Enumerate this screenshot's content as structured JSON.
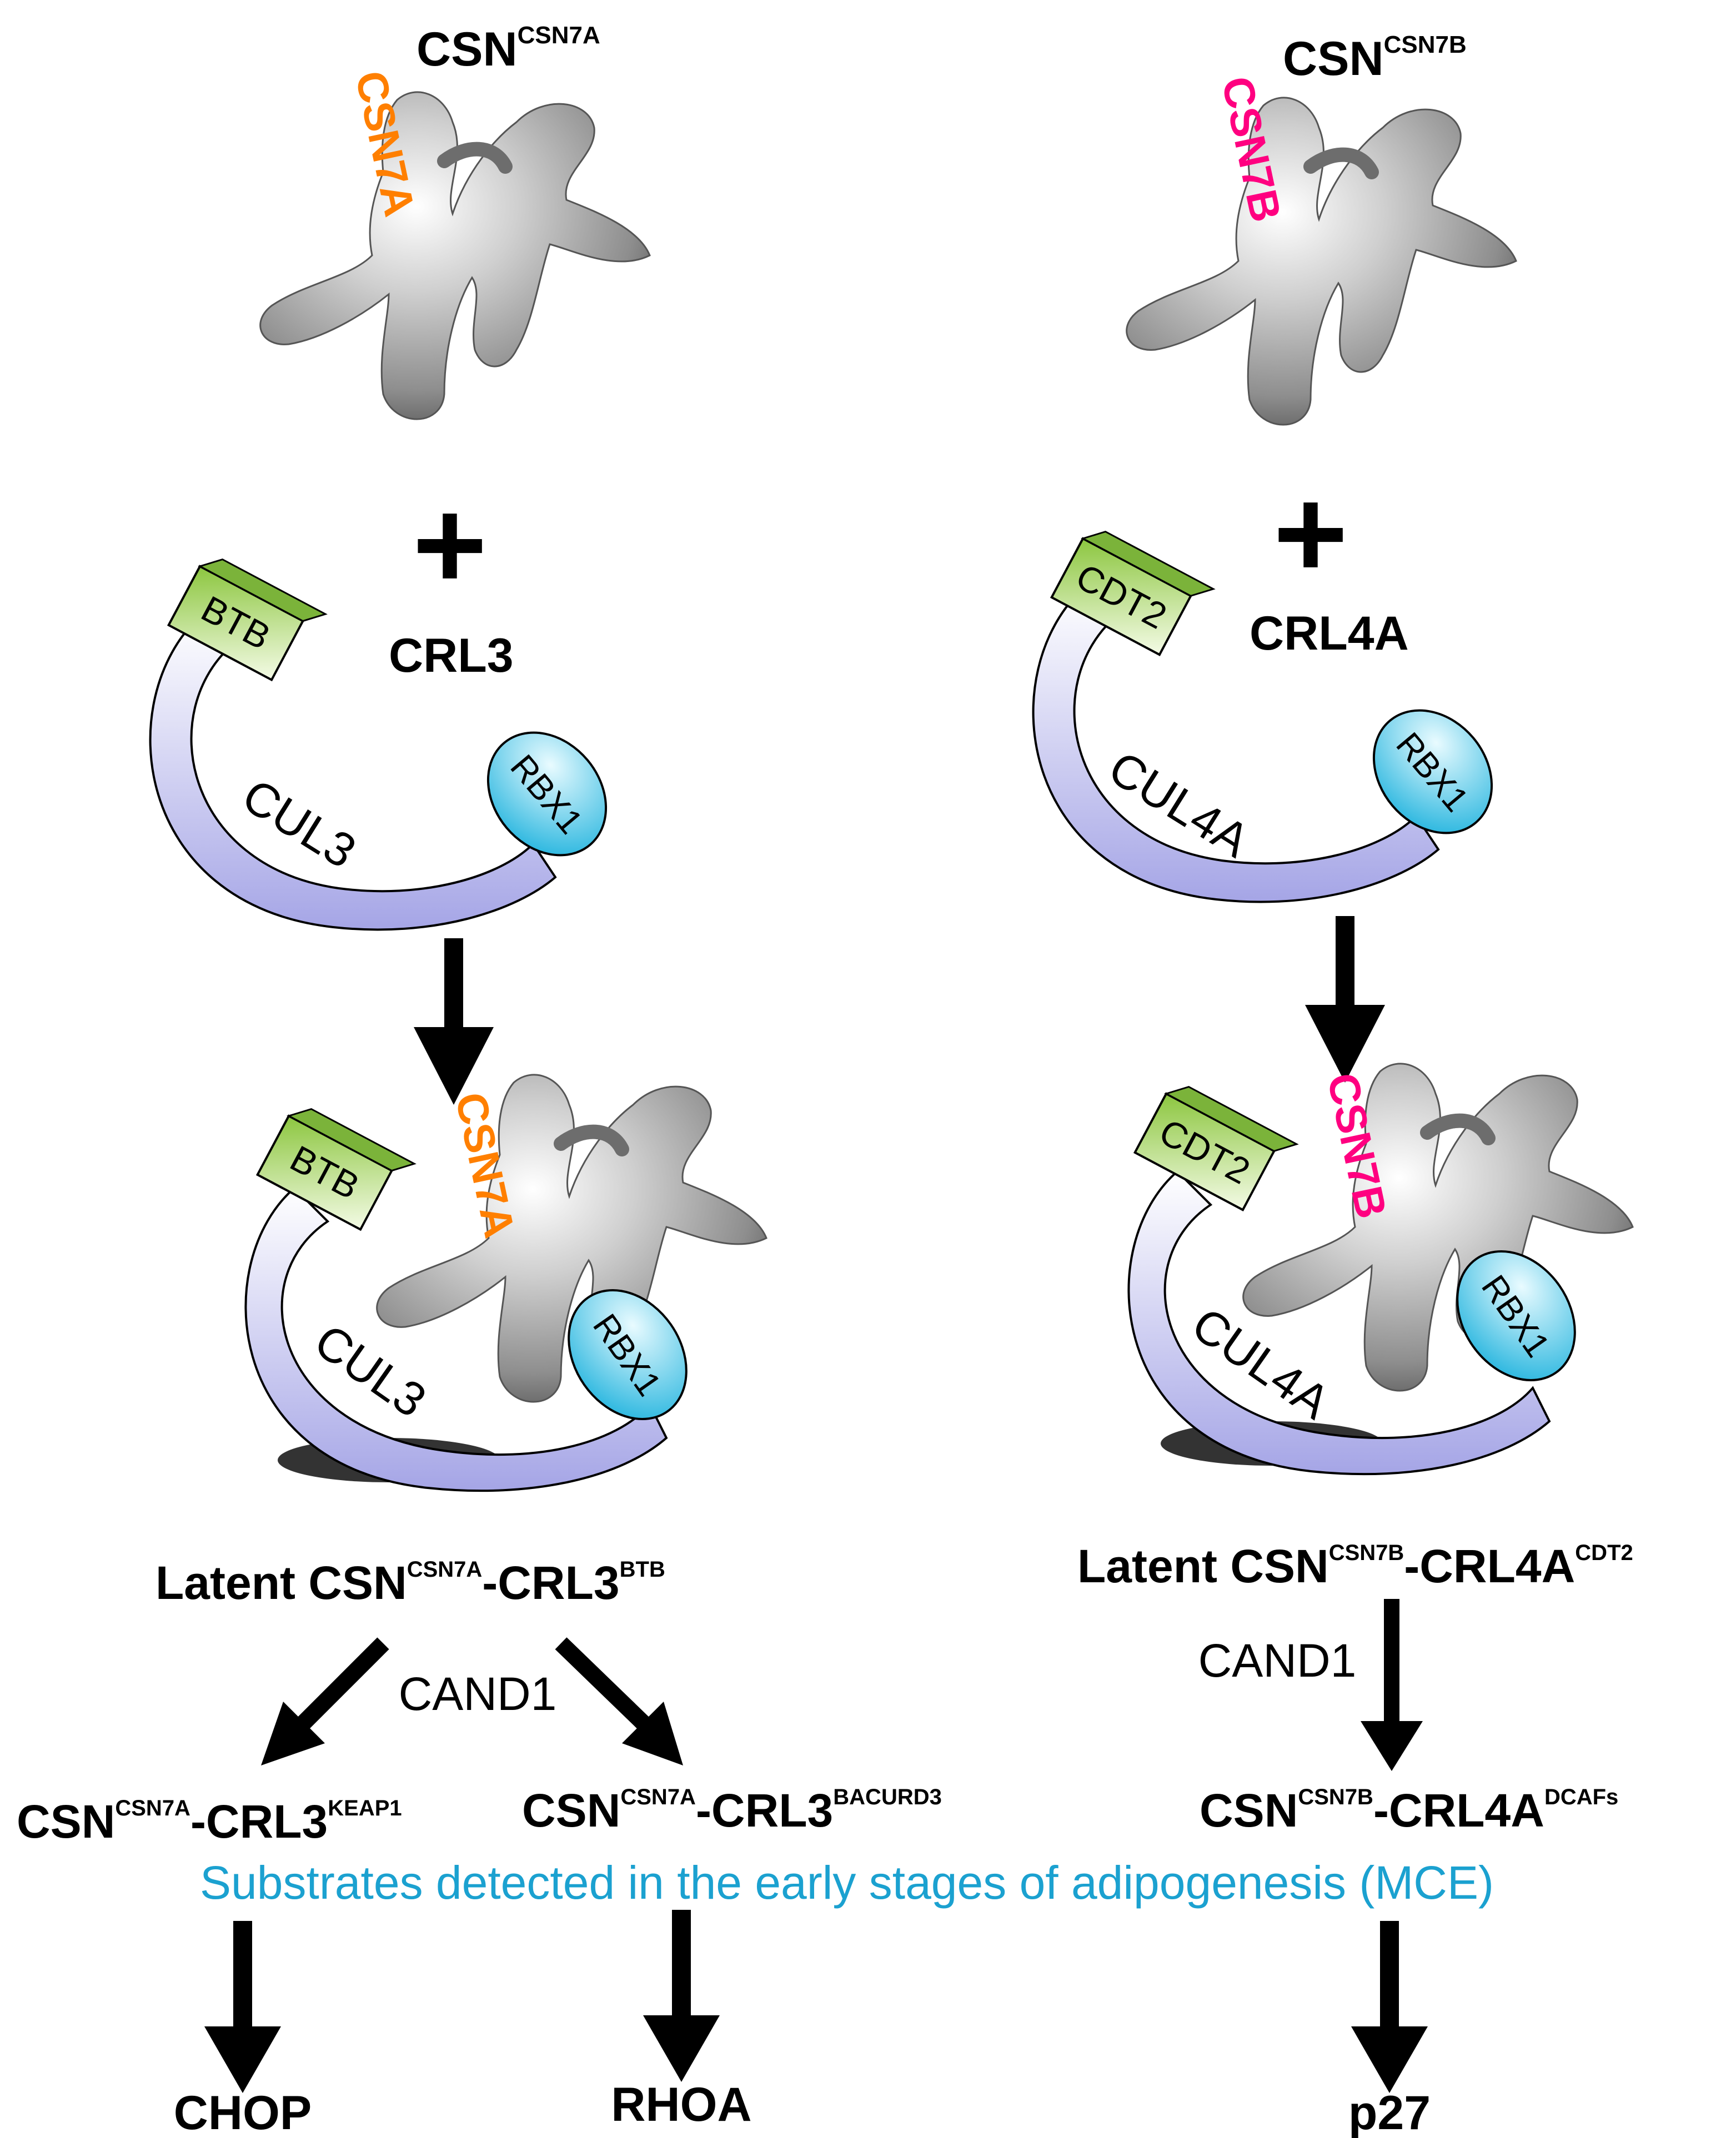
{
  "colors": {
    "csn7a": "#ff7f00",
    "csn7b": "#ff0080",
    "caption": "#1ba1d0",
    "text": "#000000",
    "btb_box": "#a6d94e",
    "cullin_arc": "#b9b9ec",
    "rbx1": "#3cc4e6",
    "csn_body": "#a8a8a8"
  },
  "left": {
    "csn_title": {
      "main": "CSN",
      "sup": "CSN7A"
    },
    "csn_subunit_label": "CSN7A",
    "plus": "+",
    "crl_name": "CRL3",
    "adaptor": "BTB",
    "cullin": "CUL3",
    "ring": "RBX1",
    "complex_adaptor": "BTB",
    "complex_cullin": "CUL3",
    "complex_ring": "RBX1",
    "complex_subunit": "CSN7A",
    "latent": {
      "prefix": "Latent CSN",
      "sup1": "CSN7A",
      "mid": "-CRL3",
      "sup2": "BTB"
    },
    "cand1": "CAND1",
    "product1": {
      "main": "CSN",
      "sup1": "CSN7A",
      "mid": "-CRL3",
      "sup2": "KEAP1"
    },
    "product2": {
      "main": "CSN",
      "sup1": "CSN7A",
      "mid": "-CRL3",
      "sup2": "BACURD3"
    },
    "substrate1": "CHOP",
    "substrate2": "RHOA"
  },
  "right": {
    "csn_title": {
      "main": "CSN",
      "sup": "CSN7B"
    },
    "csn_subunit_label": "CSN7B",
    "plus": "+",
    "crl_name": "CRL4A",
    "adaptor": "CDT2",
    "cullin": "CUL4A",
    "ring": "RBX1",
    "complex_adaptor": "CDT2",
    "complex_cullin": "CUL4A",
    "complex_ring": "RBX1",
    "complex_subunit": "CSN7B",
    "latent": {
      "prefix": "Latent CSN",
      "sup1": "CSN7B",
      "mid": "-CRL4A",
      "sup2": "CDT2"
    },
    "cand1": "CAND1",
    "product": {
      "main": "CSN",
      "sup1": "CSN7B",
      "mid": "-CRL4A",
      "sup2": "DCAFs"
    },
    "substrate": "p27"
  },
  "caption": "Substrates detected in the early stages of adipogenesis (MCE)"
}
